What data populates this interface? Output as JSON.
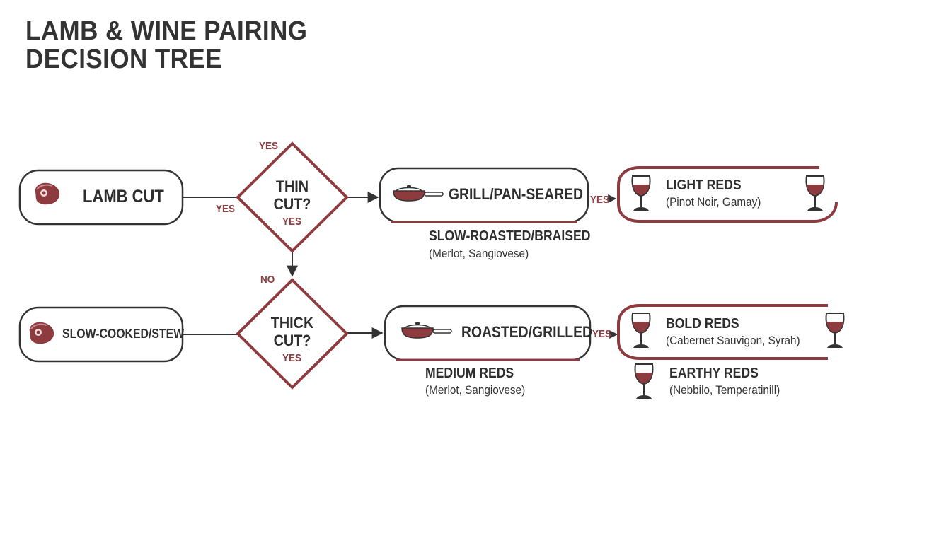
{
  "title": {
    "line1": "LAMB & WINE PAIRING",
    "line2": "DECISION TREE"
  },
  "colors": {
    "accent": "#8e3b40",
    "box_border": "#333333",
    "text": "#2e2e2e"
  },
  "nodes": {
    "start_top": {
      "label": "LAMB CUT",
      "icon": "meat-icon"
    },
    "start_bottom": {
      "label": "SLOW-COOKED/STEW",
      "icon": "meat-icon"
    },
    "decision_top": {
      "line1": "THIN",
      "line2": "CUT?",
      "yes": "YES"
    },
    "decision_bottom": {
      "line1": "THICK",
      "line2": "CUT?",
      "yes": "YES"
    },
    "method_top": {
      "label": "GRILL/PAN-SEARED",
      "icon": "pan-icon"
    },
    "method_bottom": {
      "label": "ROASTED/GRILLED",
      "icon": "pan-icon"
    },
    "wine_top": {
      "heading": "LIGHT REDS",
      "varietals": "(Pinot Noir, Gamay)",
      "icon": "wine-glass-icon"
    },
    "wine_bottom": {
      "heading": "BOLD REDS",
      "varietals": "(Cabernet Sauvigon, Syrah)",
      "icon": "wine-glass-icon"
    },
    "earthy": {
      "heading": "EARTHY REDS",
      "varietals": "(Nebbilo, Temperatinill)",
      "icon": "wine-glass-icon"
    },
    "slow_roasted": {
      "heading": "SLOW-ROASTED/BRAISED",
      "varietals": "(Merlot, Sangiovese)"
    },
    "medium_reds": {
      "heading": "MEDIUM REDS",
      "varietals": "(Merlot, Sangiovese)"
    }
  },
  "edge_labels": {
    "yes_top": "YES",
    "yes_start": "YES",
    "no": "NO",
    "yes_wine_top": "YES",
    "yes_wine_bottom": "YES"
  }
}
